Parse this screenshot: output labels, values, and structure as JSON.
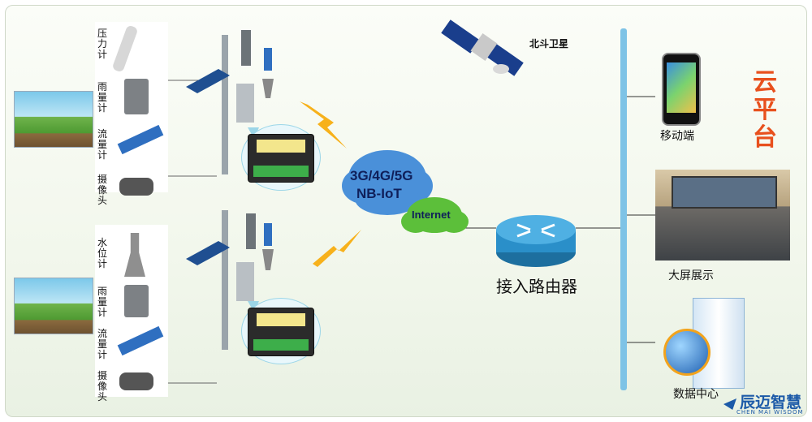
{
  "station1": {
    "sensors": [
      "压力计",
      "雨量计",
      "流量计",
      "摄像头"
    ]
  },
  "station2": {
    "sensors": [
      "水位计",
      "雨量计",
      "流量计",
      "摄像头"
    ]
  },
  "network": {
    "cloud_line1": "3G/4G/5G",
    "cloud_line2": "NB-IoT",
    "internet": "Internet"
  },
  "satellite_label": "北斗卫星",
  "router_label": "接入路由器",
  "cloud_platform": "云平台",
  "endpoints": {
    "mobile": "移动端",
    "bigscreen": "大屏展示",
    "datacenter": "数据中心"
  },
  "brand": {
    "cn": "辰迈智慧",
    "en": "CHEN MAI WISDOM"
  },
  "colors": {
    "bus": "#7ec3e6",
    "platform_text": "#e8501d",
    "cloud": "#4a90d9",
    "internet_cloud": "#5cbf3a",
    "router": "#2a8fc9",
    "lightning": "#f7b11b",
    "brand": "#1c5aa8"
  }
}
